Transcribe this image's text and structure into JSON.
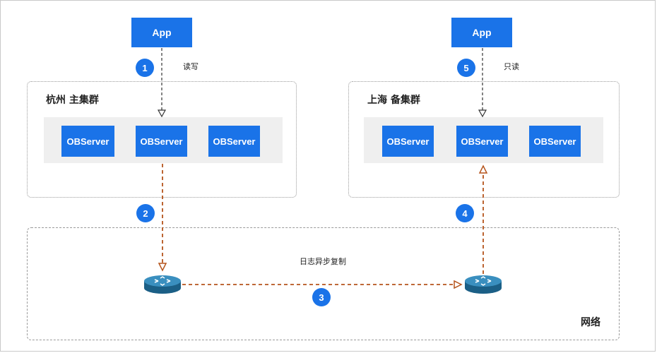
{
  "apps": {
    "left_label": "App",
    "right_label": "App"
  },
  "edge_labels": {
    "read_write": "读写",
    "read_only": "只读",
    "async_log_replication": "日志异步复制"
  },
  "clusters": {
    "primary": {
      "title": "杭州 主集群",
      "servers": [
        "OBServer",
        "OBServer",
        "OBServer"
      ]
    },
    "standby": {
      "title": "上海 备集群",
      "servers": [
        "OBServer",
        "OBServer",
        "OBServer"
      ]
    }
  },
  "network": {
    "label": "网络"
  },
  "steps": [
    "1",
    "2",
    "3",
    "4",
    "5"
  ],
  "colors": {
    "node_blue": "#1a73e8",
    "replication_arrow": "#b5541c",
    "client_arrow": "#333333",
    "strip_gray": "#efefef"
  },
  "icons": {
    "router": "router-icon"
  }
}
